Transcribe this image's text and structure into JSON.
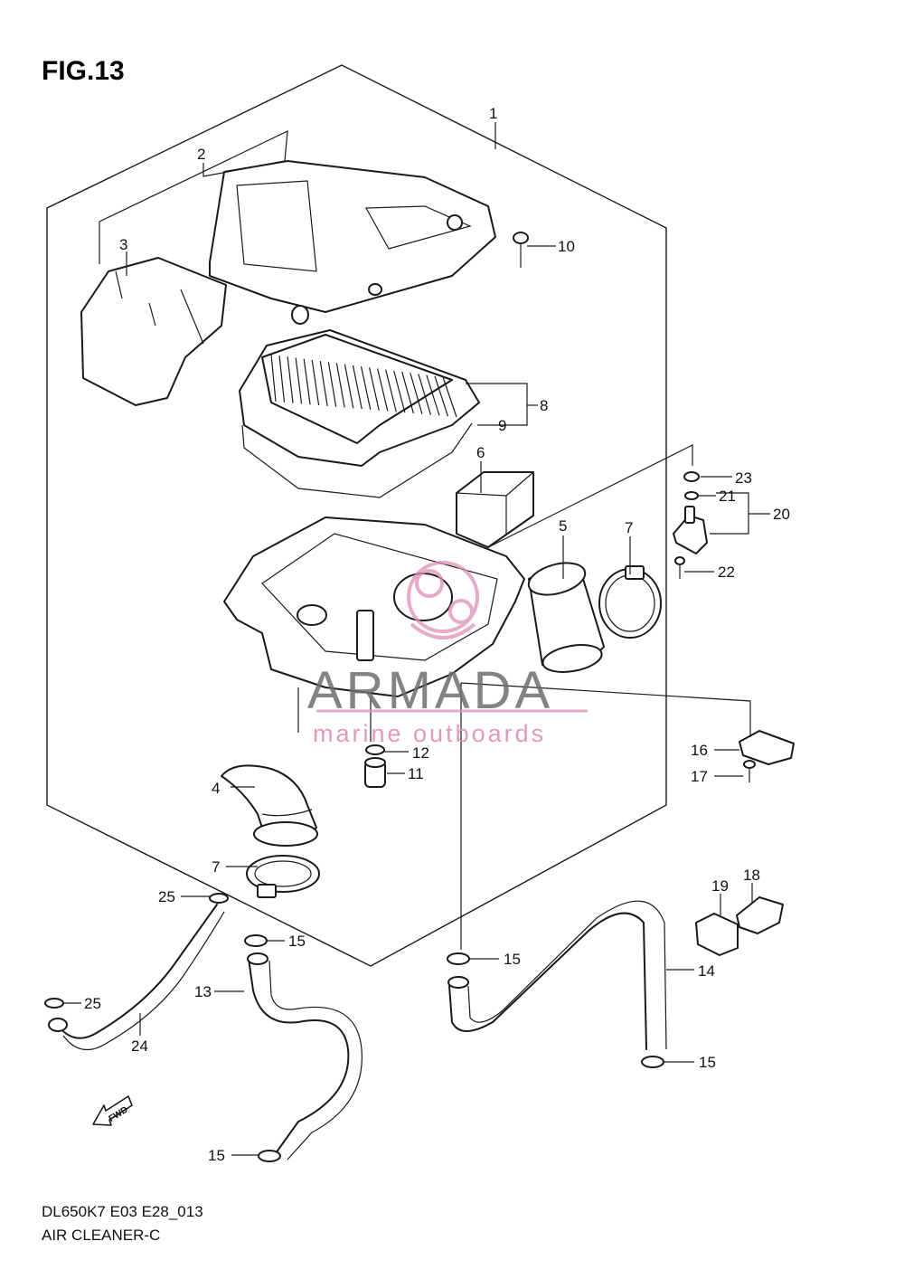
{
  "figure": {
    "title": "FIG.13",
    "model_code": "DL650K7 E03 E28_013",
    "assembly_name": "AIR CLEANER-C"
  },
  "watermark": {
    "brand": "ARMADA",
    "tagline": "marine outboards",
    "accent_color": "#e08fb8"
  },
  "fwd_arrow": {
    "label": "FWD"
  },
  "callouts": [
    {
      "id": "c1",
      "text": "1"
    },
    {
      "id": "c2",
      "text": "2"
    },
    {
      "id": "c3",
      "text": "3"
    },
    {
      "id": "c4",
      "text": "4"
    },
    {
      "id": "c5",
      "text": "5"
    },
    {
      "id": "c6",
      "text": "6"
    },
    {
      "id": "c7a",
      "text": "7"
    },
    {
      "id": "c7b",
      "text": "7"
    },
    {
      "id": "c8",
      "text": "8"
    },
    {
      "id": "c9",
      "text": "9"
    },
    {
      "id": "c10",
      "text": "10"
    },
    {
      "id": "c11",
      "text": "11"
    },
    {
      "id": "c12",
      "text": "12"
    },
    {
      "id": "c13",
      "text": "13"
    },
    {
      "id": "c14",
      "text": "14"
    },
    {
      "id": "c15a",
      "text": "15"
    },
    {
      "id": "c15b",
      "text": "15"
    },
    {
      "id": "c15c",
      "text": "15"
    },
    {
      "id": "c15d",
      "text": "15"
    },
    {
      "id": "c16",
      "text": "16"
    },
    {
      "id": "c17",
      "text": "17"
    },
    {
      "id": "c18",
      "text": "18"
    },
    {
      "id": "c19",
      "text": "19"
    },
    {
      "id": "c20",
      "text": "20"
    },
    {
      "id": "c21",
      "text": "21"
    },
    {
      "id": "c22",
      "text": "22"
    },
    {
      "id": "c23",
      "text": "23"
    },
    {
      "id": "c24",
      "text": "24"
    },
    {
      "id": "c25a",
      "text": "25"
    },
    {
      "id": "c25b",
      "text": "25"
    }
  ]
}
